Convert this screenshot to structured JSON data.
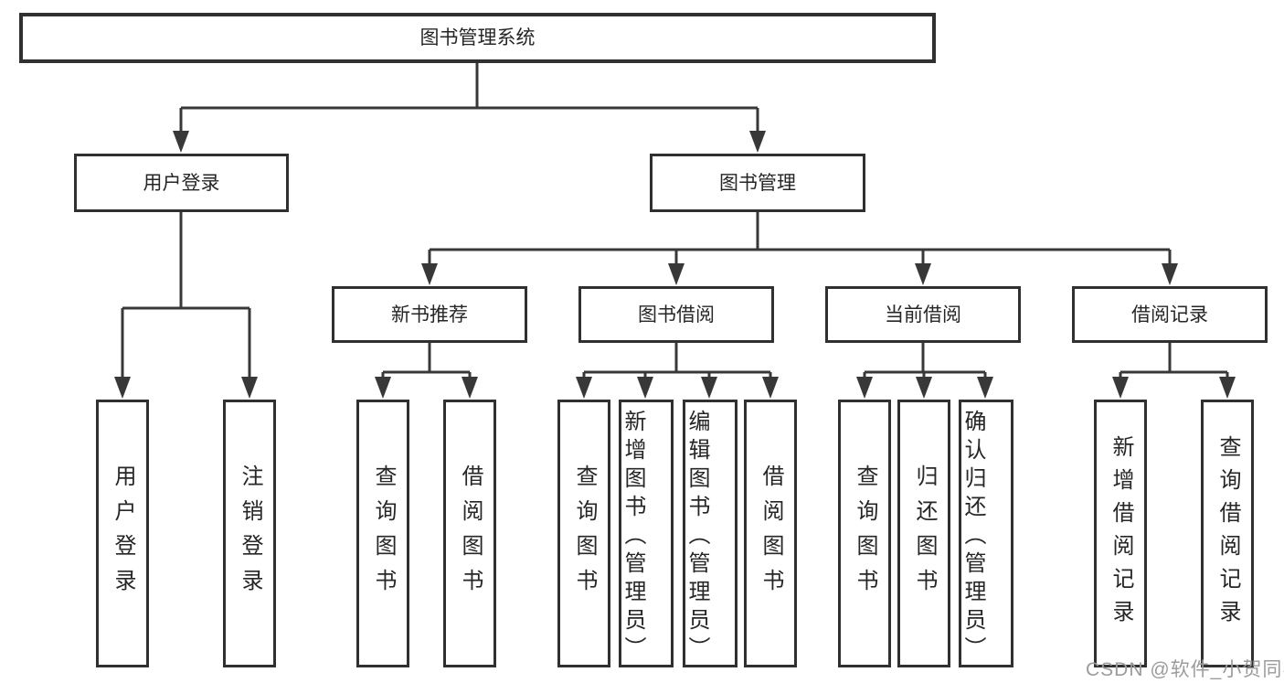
{
  "nodes": {
    "root": "图书管理系统",
    "user_login": "用户登录",
    "book_management": "图书管理",
    "new_book_recommend": "新书推荐",
    "book_borrowing": "图书借阅",
    "current_borrowing": "当前借阅",
    "borrowing_records": "借阅记录",
    "leaf_user_login": "用户登录",
    "leaf_logout": "注销登录",
    "leaf_nb_query_books": "查询图书",
    "leaf_nb_borrow_books": "借阅图书",
    "leaf_bb_query_books": "查询图书",
    "leaf_bb_add_books": "新增图书（管理员）",
    "leaf_bb_edit_books": "编辑图书（管理员）",
    "leaf_bb_borrow_books": "借阅图书",
    "leaf_cb_query_books": "查询图书",
    "leaf_cb_return_books": "归还图书",
    "leaf_cb_confirm_return": "确认归还（管理员）",
    "leaf_br_add_record": "新增借阅记录",
    "leaf_br_query_record": "查询借阅记录"
  },
  "hierarchy": {
    "图书管理系统": {
      "用户登录": [
        "用户登录",
        "注销登录"
      ],
      "图书管理": {
        "新书推荐": [
          "查询图书",
          "借阅图书"
        ],
        "图书借阅": [
          "查询图书",
          "新增图书（管理员）",
          "编辑图书（管理员）",
          "借阅图书"
        ],
        "当前借阅": [
          "查询图书",
          "归还图书",
          "确认归还（管理员）"
        ],
        "借阅记录": [
          "新增借阅记录",
          "查询借阅记录"
        ]
      }
    }
  },
  "watermark": {
    "text": "CSDN @软件_小贺同学"
  },
  "colors": {
    "line": "#383838",
    "border": "#303030",
    "text": "#262626",
    "watermark": "#9b9b9b",
    "background": "#ffffff"
  }
}
